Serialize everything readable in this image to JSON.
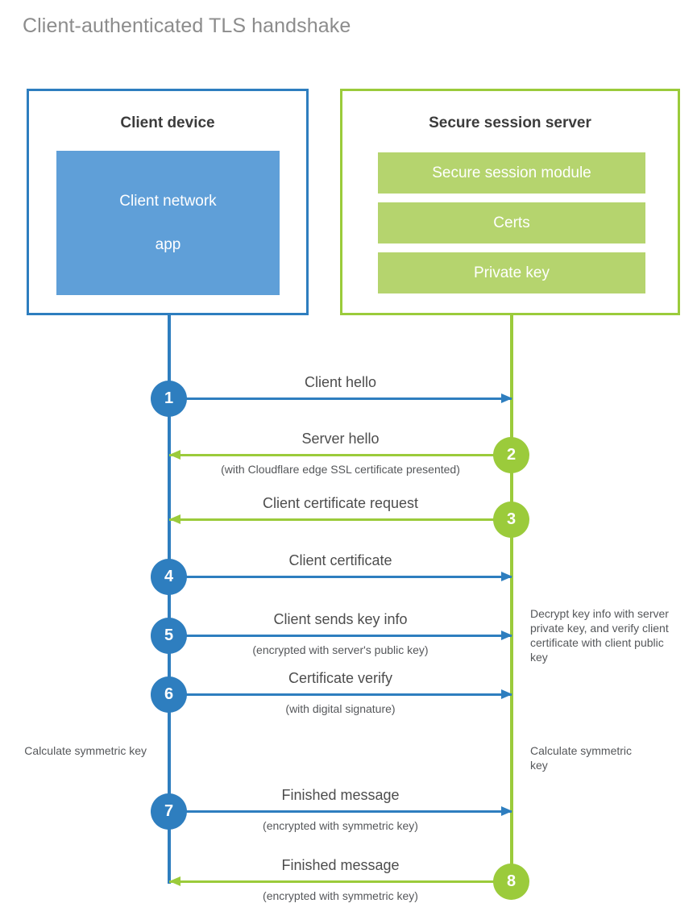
{
  "title": "Client-authenticated TLS handshake",
  "colors": {
    "client_blue": "#2E7EBF",
    "client_app_blue": "#5F9FD8",
    "server_green": "#9BCB3B",
    "server_bar_green": "#B5D46E",
    "title_gray": "#8c8c8c",
    "text_gray": "#4d4d4d"
  },
  "actors": {
    "client": {
      "title": "Client device",
      "app_line1": "Client network",
      "app_line2": "app"
    },
    "server": {
      "title": "Secure session server",
      "bars": [
        "Secure session module",
        "Certs",
        "Private key"
      ]
    }
  },
  "messages": [
    {
      "number": "1",
      "label": "Client hello",
      "sub": "",
      "direction": "client-to-server",
      "color": "blue"
    },
    {
      "number": "2",
      "label": "Server hello",
      "sub": "(with Cloudflare edge SSL certificate presented)",
      "direction": "server-to-client",
      "color": "green"
    },
    {
      "number": "3",
      "label": "Client certificate request",
      "sub": "",
      "direction": "server-to-client",
      "color": "green"
    },
    {
      "number": "4",
      "label": "Client certificate",
      "sub": "",
      "direction": "client-to-server",
      "color": "blue"
    },
    {
      "number": "5",
      "label": "Client sends key info",
      "sub": "(encrypted with server's public key)",
      "direction": "client-to-server",
      "color": "blue"
    },
    {
      "number": "6",
      "label": "Certificate verify",
      "sub": "(with digital signature)",
      "direction": "client-to-server",
      "color": "blue"
    },
    {
      "number": "7",
      "label": "Finished message",
      "sub": "(encrypted with symmetric key)",
      "direction": "client-to-server",
      "color": "blue"
    },
    {
      "number": "8",
      "label": "Finished message",
      "sub": "(encrypted with symmetric key)",
      "direction": "server-to-client",
      "color": "green"
    }
  ],
  "notes": {
    "server_decrypt": "Decrypt key info with server private key, and verify client certificate with client public key",
    "client_calculate": "Calculate symmetric key",
    "server_calculate": "Calculate symmetric key"
  }
}
